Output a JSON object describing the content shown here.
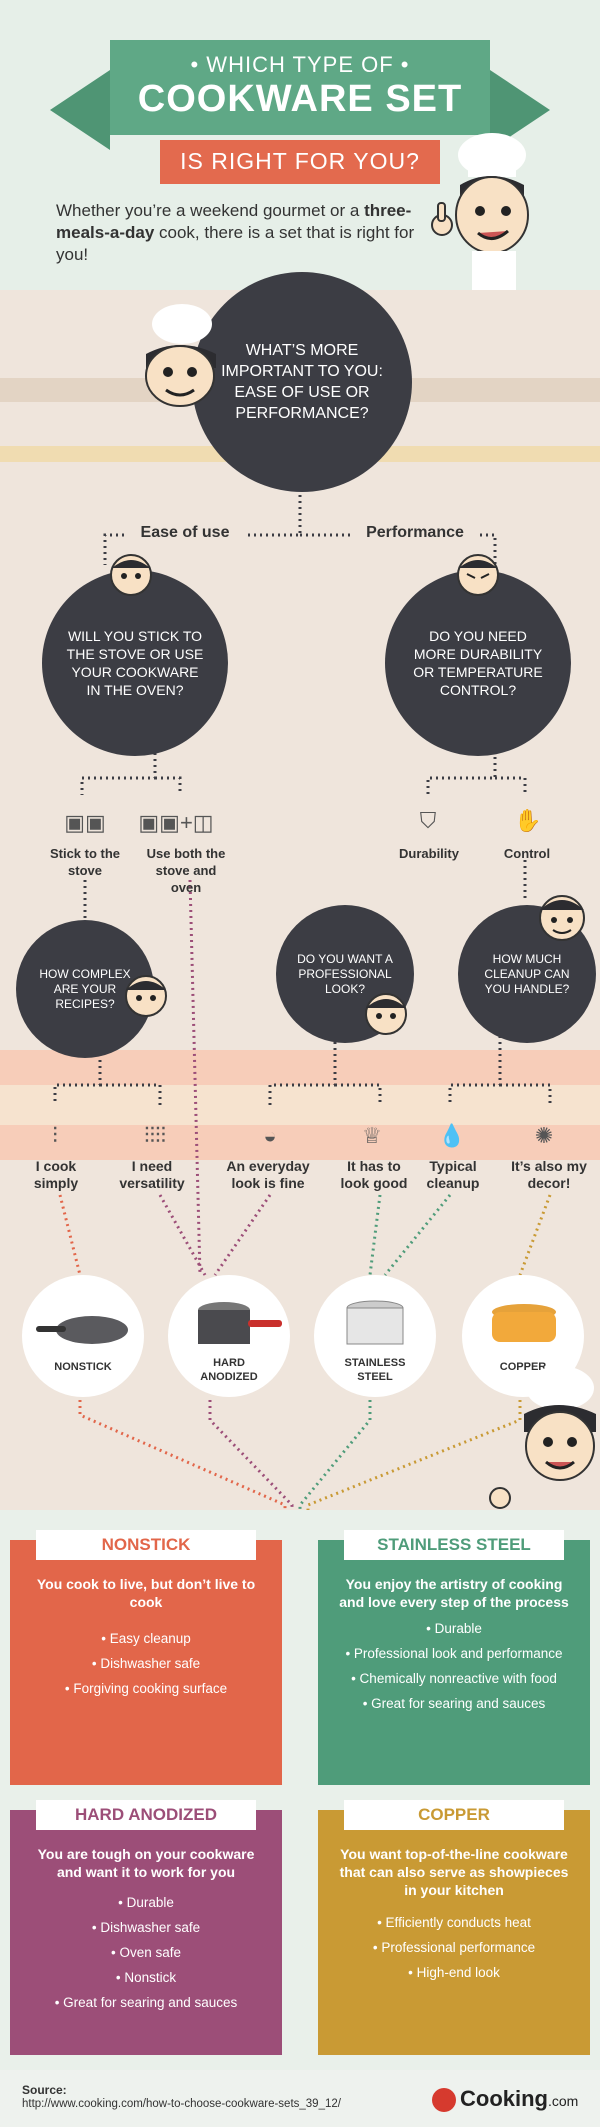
{
  "header": {
    "line1": "• WHICH TYPE OF •",
    "line2": "COOKWARE SET",
    "line3": "IS RIGHT FOR YOU?",
    "intro_a": "Whether you’re a weekend gourmet or a ",
    "intro_bold": "three-meals-a-day",
    "intro_b": " cook, there is a set that is right for you!"
  },
  "flow": {
    "q1": "WHAT’S MORE IMPORTANT TO YOU: EASE OF USE OR PERFORMANCE?",
    "ease": "Ease of use",
    "performance": "Performance",
    "q2": "WILL YOU STICK TO THE STOVE OR USE YOUR COOKWARE IN THE OVEN?",
    "q3": "DO YOU NEED MORE DURABILITY OR TEMPERATURE CONTROL?",
    "stick": "Stick to the stove",
    "both": "Use both the stove and oven",
    "durability": "Durability",
    "control": "Control",
    "q4": "HOW COMPLEX ARE YOUR RECIPES?",
    "q5": "DO YOU WANT A PROFESSIONAL LOOK?",
    "q6": "HOW MUCH CLEANUP CAN YOU HANDLE?",
    "a_simply": "I cook simply",
    "a_versatility": "I need versatility",
    "a_everyday": "An everyday look is fine",
    "a_good": "It has to look good",
    "a_typical": "Typical cleanup",
    "a_decor": "It’s also my decor!",
    "pan_nonstick": "NONSTICK",
    "pan_hard": "HARD ANODIZED",
    "pan_stainless": "STAINLESS STEEL",
    "pan_copper": "COPPER"
  },
  "cards": {
    "nonstick": {
      "title": "NONSTICK",
      "head": "You cook to live, but don’t live to cook",
      "items": [
        "• Easy cleanup",
        "• Dishwasher safe",
        "• Forgiving cooking surface"
      ]
    },
    "stainless": {
      "title": "STAINLESS STEEL",
      "head": "You enjoy the artistry of cooking and love every step of the process",
      "items": [
        "• Durable",
        "• Professional look and performance",
        "• Chemically nonreactive with food",
        "• Great for searing and sauces"
      ]
    },
    "hard": {
      "title": "HARD ANODIZED",
      "head": "You are tough on your cookware and want it to work for you",
      "items": [
        "• Durable",
        "• Dishwasher safe",
        "• Oven safe",
        "• Nonstick",
        "• Great for searing and sauces"
      ]
    },
    "copper": {
      "title": "COPPER",
      "head": "You want top-of-the-line cookware that can also serve as showpieces in your kitchen",
      "items": [
        "• Efficiently conducts heat",
        "• Professional performance",
        "• High-end look"
      ]
    }
  },
  "footer": {
    "source_label": "Source:",
    "source_url": "http://www.cooking.com/how-to-choose-cookware-sets_39_12/",
    "logo": "Cooking",
    "logo_suffix": ".com"
  },
  "colors": {
    "nonstick": "#e2664a",
    "stainless": "#4f9c7a",
    "hard": "#9c4e78",
    "copper": "#c99a34",
    "dark": "#3c3d44"
  }
}
